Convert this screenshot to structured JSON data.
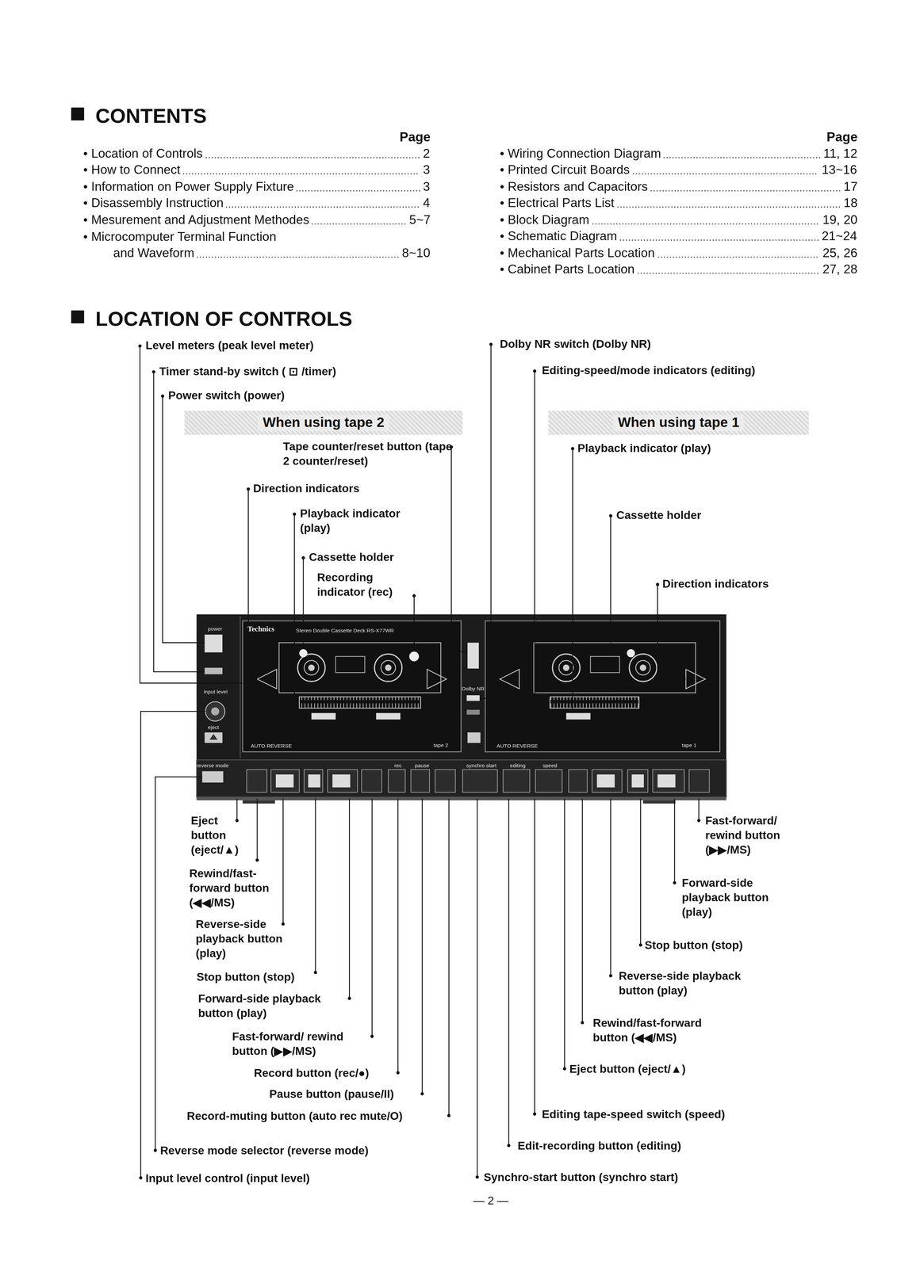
{
  "diagram": {
    "nodes": [
      {
        "text": [
          "When using tape 2"
        ]
      },
      {
        "text": [
          "When using tape 1"
        ]
      }
    ],
    "labels": [
      "CONTENTS",
      "Page",
      "Page",
      "• Location of Controls",
      "2",
      "• How to Connect",
      "3",
      "• Information on Power Supply Fixture",
      "3",
      "• Disassembly Instruction",
      "4",
      "• Mesurement and Adjustment Methodes",
      "5~7",
      "• Microcomputer Terminal Function",
      "and Waveform",
      "8~10",
      "• Wiring Connection Diagram",
      "11, 12",
      "• Printed Circuit Boards",
      "13~16",
      "• Resistors and Capacitors",
      "17",
      "• Electrical Parts List",
      "18",
      "• Block Diagram",
      "19, 20",
      "• Schematic Diagram",
      "21~24",
      "• Mechanical Parts Location",
      "25, 26",
      "• Cabinet Parts Location",
      "27, 28",
      "LOCATION OF CONTROLS",
      "Level meters (peak level meter)",
      "Timer stand-by switch ( ⊡ /timer)",
      "Power switch (power)",
      "Tape counter/reset button (tape 2 counter/reset)",
      "Direction indicators",
      "Playback indicator (play)",
      "Cassette holder",
      "Recording indicator (rec)",
      "Dolby NR switch (Dolby NR)",
      "Editing-speed/mode indicators (editing)",
      "Playback indicator (play)",
      "Cassette holder",
      "Direction indicators",
      "power",
      "Technics",
      "Stereo Double Cassette Deck RS-X77WR",
      "input level",
      "eject",
      "AUTO REVERSE",
      "tape 2",
      "Dolby NR",
      "AUTO REVERSE",
      "tape 1",
      "reverse mode",
      "rec",
      "pause",
      "synchro start",
      "editing",
      "speed",
      "Eject button (eject/▲)",
      "Rewind/fast-forward button (◀◀/MS)",
      "Reverse-side playback button (play)",
      "Stop button (stop)",
      "Forward-side playback button (play)",
      "Fast-forward/ rewind button (▶▶/MS)",
      "Record button (rec/●)",
      "Pause button (pause/II)",
      "Record-muting button (auto rec mute/O)",
      "Reverse mode selector (reverse mode)",
      "Input level control (input level)",
      "Fast-forward/ rewind button (▶▶/MS)",
      "Forward-side playback button (play)",
      "Stop button (stop)",
      "Reverse-side playback button (play)",
      "Rewind/fast-forward button (◀◀/MS)",
      "Eject button (eject/▲)",
      "Editing tape-speed switch (speed)",
      "Edit-recording button (editing)",
      "Synchro-start button (synchro start)",
      "— 2 —"
    ]
  }
}
